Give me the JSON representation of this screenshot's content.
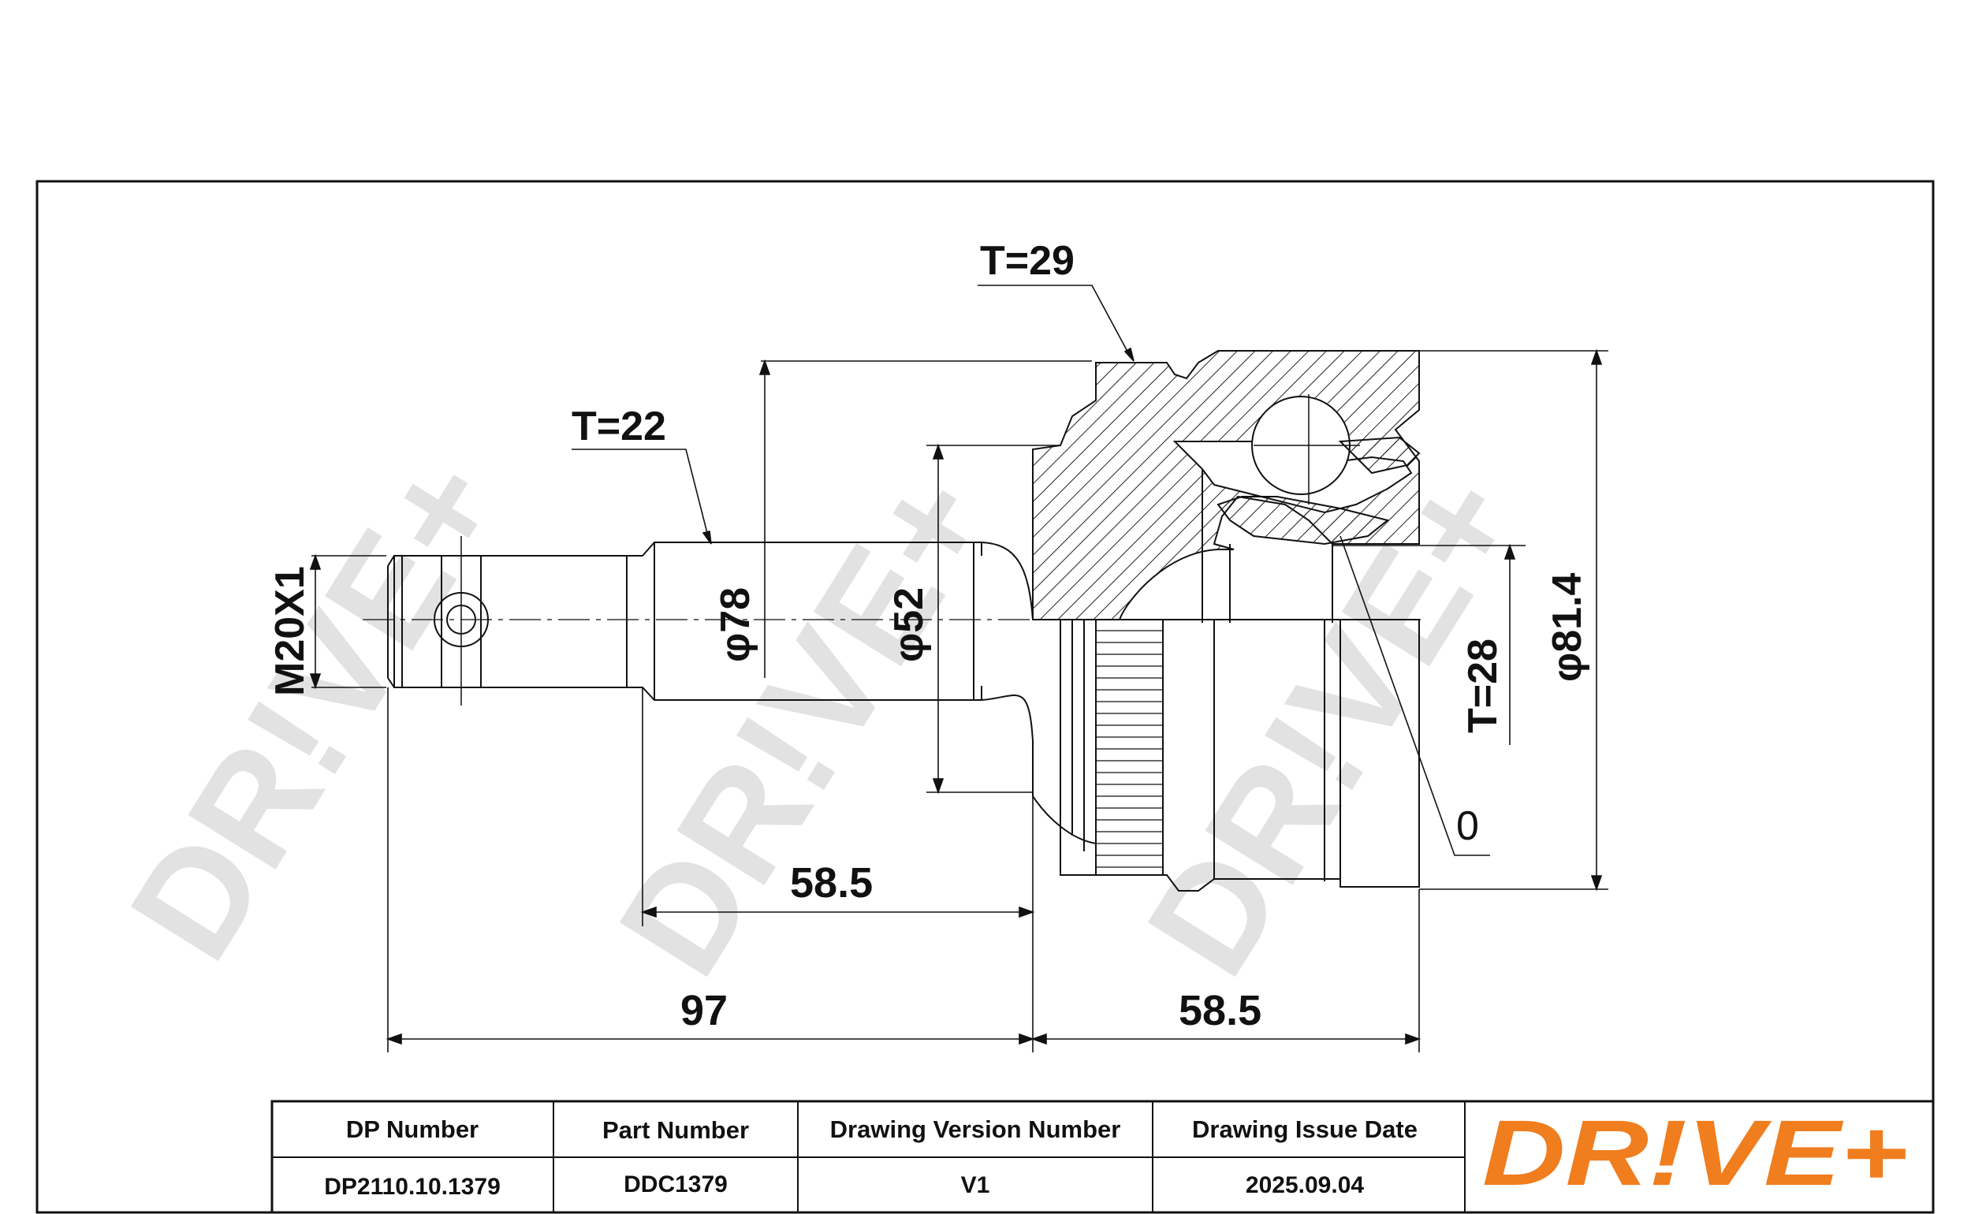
{
  "brand": {
    "name": "DR!VE+",
    "watermark": "DR!VE+",
    "logo_color": "#F07D1E",
    "watermark_color": "#E3E3E3"
  },
  "dimensions": {
    "thread": "M20X1",
    "teeth_shaft": "T=22",
    "teeth_hub": "T=29",
    "teeth_abs": "T=28",
    "dia_shaft": "φ78",
    "dia_inner": "φ52",
    "dia_outer": "φ81.4",
    "abs_ring": "0",
    "len_shaft": "58.5",
    "len_total": "97",
    "len_housing": "58.5"
  },
  "title_block": {
    "headers": [
      "DP Number",
      "Part Number",
      "Drawing Version Number",
      "Drawing Issue Date"
    ],
    "values": [
      "DP2110.10.1379",
      "DDC1379",
      "V1",
      "2025.09.04"
    ]
  }
}
